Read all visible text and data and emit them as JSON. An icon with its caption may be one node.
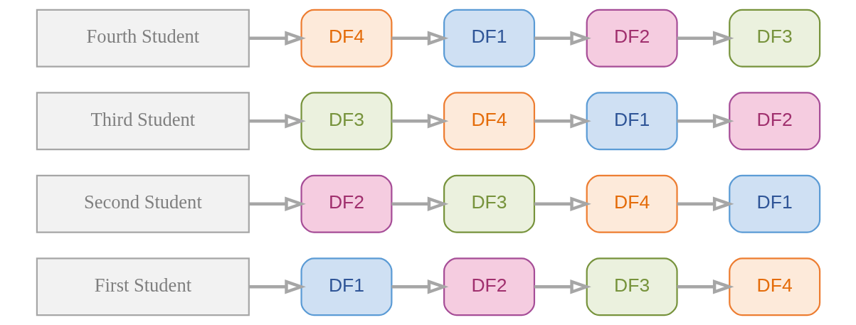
{
  "diagram": {
    "nodes": [
      {
        "text": [
          "First Student"
        ]
      },
      {
        "text": [
          "DF1"
        ]
      },
      {
        "text": [
          "DF2"
        ]
      },
      {
        "text": [
          "DF3"
        ]
      },
      {
        "text": [
          "DF4"
        ]
      },
      {
        "text": [
          "Second Student"
        ]
      },
      {
        "text": [
          "DF2"
        ]
      },
      {
        "text": [
          "DF3"
        ]
      },
      {
        "text": [
          "DF4"
        ]
      },
      {
        "text": [
          "DF1"
        ]
      },
      {
        "text": [
          "Third Student"
        ]
      },
      {
        "text": [
          "DF3"
        ]
      },
      {
        "text": [
          "DF4"
        ]
      },
      {
        "text": [
          "DF1"
        ]
      },
      {
        "text": [
          "DF2"
        ]
      },
      {
        "text": [
          "Fourth Student"
        ]
      },
      {
        "text": [
          "DF4"
        ]
      },
      {
        "text": [
          "DF1"
        ]
      },
      {
        "text": [
          "DF2"
        ]
      },
      {
        "text": [
          "DF3"
        ]
      }
    ],
    "edges": [
      {
        "from": 0,
        "to": 1,
        "arrow": "to"
      },
      {
        "from": 1,
        "to": 2,
        "arrow": "to"
      },
      {
        "from": 2,
        "to": 3,
        "arrow": "to"
      },
      {
        "from": 3,
        "to": 4,
        "arrow": "to"
      },
      {
        "from": 5,
        "to": 6,
        "arrow": "to"
      },
      {
        "from": 6,
        "to": 7,
        "arrow": "to"
      },
      {
        "from": 7,
        "to": 8,
        "arrow": "to"
      },
      {
        "from": 8,
        "to": 9,
        "arrow": "to"
      },
      {
        "from": 10,
        "to": 11,
        "arrow": "to"
      },
      {
        "from": 11,
        "to": 12,
        "arrow": "to"
      },
      {
        "from": 12,
        "to": 13,
        "arrow": "to"
      },
      {
        "from": 13,
        "to": 14,
        "arrow": "to"
      },
      {
        "from": 15,
        "to": 16,
        "arrow": "to"
      },
      {
        "from": 16,
        "to": 17,
        "arrow": "to"
      },
      {
        "from": 17,
        "to": 18,
        "arrow": "to"
      },
      {
        "from": 18,
        "to": 19,
        "arrow": "to"
      }
    ]
  }
}
